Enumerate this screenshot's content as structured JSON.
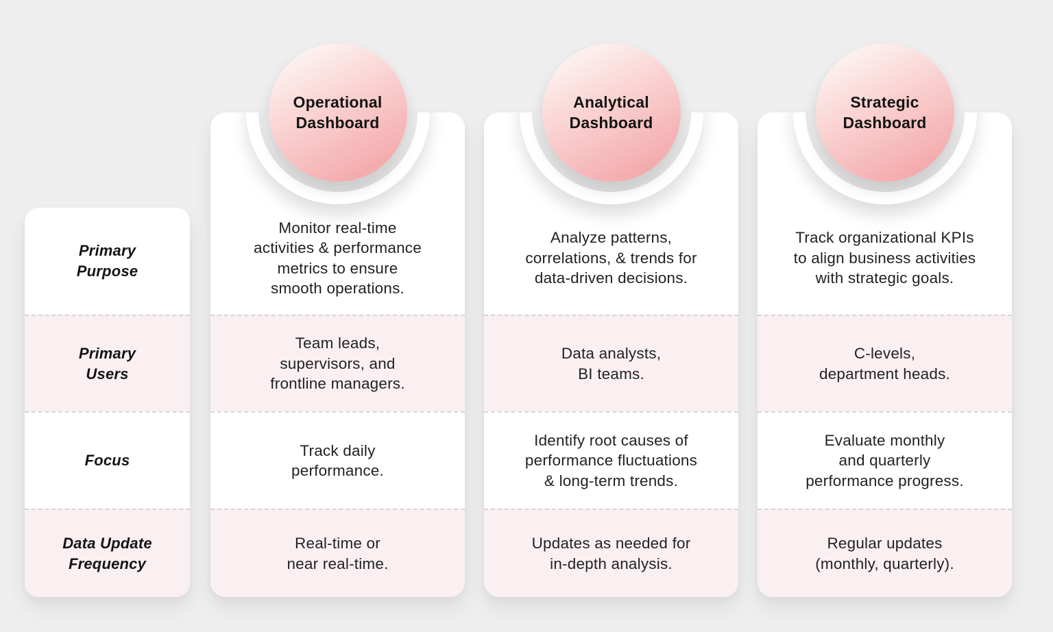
{
  "colors": {
    "page_background": "#eeeeee",
    "card_background": "#ffffff",
    "pink_row_background": "#faf0f2",
    "dashed_separator": "#d5d5d5",
    "bubble_gradient_start": "#fdfaf9",
    "bubble_gradient_mid": "#f9cfce",
    "bubble_gradient_end": "#f3a3a6",
    "text": "#222222"
  },
  "rows": [
    {
      "label": "Primary\nPurpose"
    },
    {
      "label": "Primary\nUsers"
    },
    {
      "label": "Focus"
    },
    {
      "label": "Data Update\nFrequency"
    }
  ],
  "columns": [
    {
      "title": "Operational\nDashboard",
      "cells": [
        "Monitor real-time\nactivities & performance\nmetrics to ensure\nsmooth operations.",
        "Team leads,\nsupervisors, and\nfrontline managers.",
        "Track daily\nperformance.",
        "Real-time or\nnear real-time."
      ]
    },
    {
      "title": "Analytical\nDashboard",
      "cells": [
        "Analyze patterns,\ncorrelations, & trends for\ndata-driven decisions.",
        "Data analysts,\nBI teams.",
        "Identify root causes of\nperformance fluctuations\n& long-term trends.",
        "Updates as needed for\nin-depth analysis."
      ]
    },
    {
      "title": "Strategic\nDashboard",
      "cells": [
        "Track organizational KPIs\nto align business activities\nwith strategic goals.",
        "C-levels,\ndepartment heads.",
        "Evaluate monthly\nand quarterly\nperformance progress.",
        "Regular updates\n(monthly, quarterly)."
      ]
    }
  ]
}
